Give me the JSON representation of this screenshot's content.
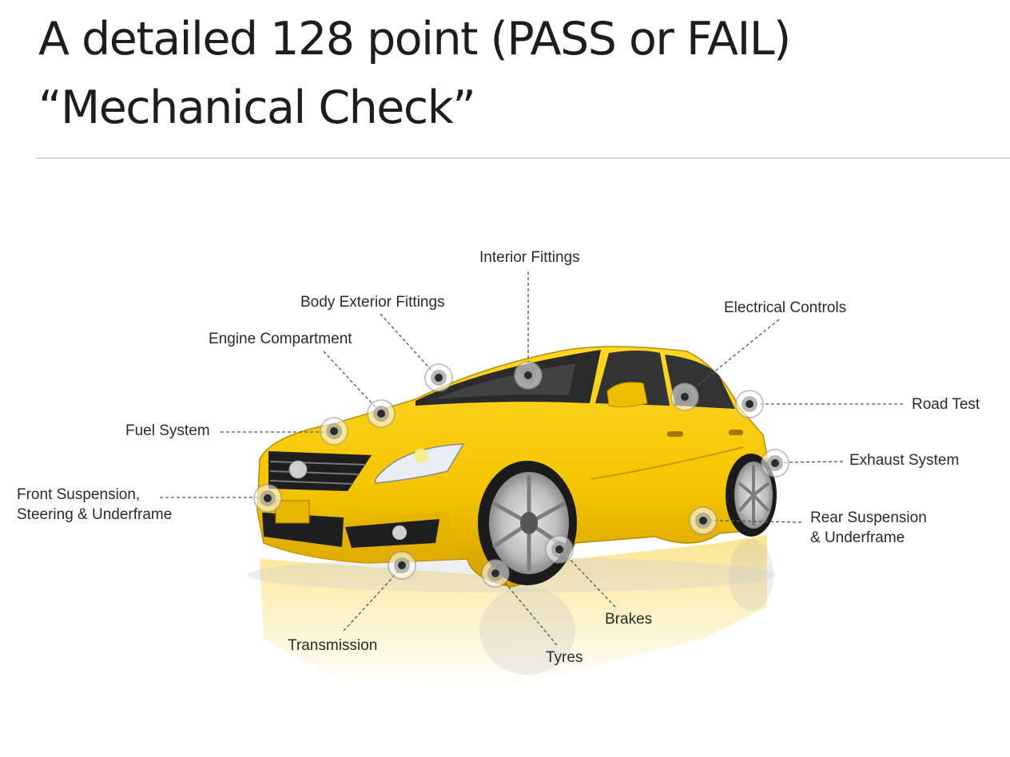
{
  "header": {
    "title_line1": "A detailed 128 point (PASS or FAIL)",
    "title_line2": "“Mechanical Check”"
  },
  "colors": {
    "car_body": "#f4c400",
    "car_shade": "#d9a700",
    "glass": "#2a2a2a",
    "marker": "#8a8a8a",
    "text": "#2a2a2a"
  },
  "diagram": {
    "labels": [
      {
        "id": "interior-fittings",
        "text": "Interior Fittings"
      },
      {
        "id": "body-exterior-fittings",
        "text": "Body Exterior Fittings"
      },
      {
        "id": "electrical-controls",
        "text": "Electrical Controls"
      },
      {
        "id": "engine-compartment",
        "text": "Engine Compartment"
      },
      {
        "id": "road-test",
        "text": "Road Test"
      },
      {
        "id": "fuel-system",
        "text": "Fuel System"
      },
      {
        "id": "exhaust-system",
        "text": "Exhaust System"
      },
      {
        "id": "front-suspension",
        "text": "Front Suspension,",
        "text2": "Steering & Underframe"
      },
      {
        "id": "rear-suspension",
        "text": "Rear Suspension",
        "text2": "& Underframe"
      },
      {
        "id": "brakes",
        "text": "Brakes"
      },
      {
        "id": "transmission",
        "text": "Transmission"
      },
      {
        "id": "tyres",
        "text": "Tyres"
      }
    ]
  }
}
